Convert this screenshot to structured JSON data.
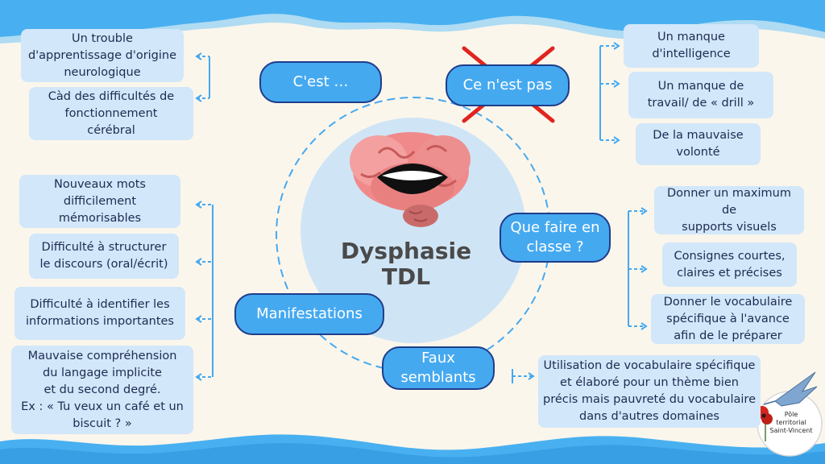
{
  "title": "Dysphasie\nTDL",
  "colors": {
    "background": "#fbf6ec",
    "wave": "#48b0f0",
    "box": "#d2e7f9",
    "pill": "#45a9f0",
    "pill_border": "#1f3d8a",
    "connector": "#45a9f0",
    "cross": "#e0241f"
  },
  "branches": {
    "cest": {
      "label": "C'est …",
      "items": [
        "Un trouble\nd'apprentissage d'origine\nneurologique",
        "Càd des difficultés de\nfonctionnement\ncérébral"
      ]
    },
    "cenestpas": {
      "label": "Ce n'est pas",
      "items": [
        "Un  manque\nd'intelligence",
        "Un manque de\ntravail/ de « drill »",
        "De la mauvaise\nvolonté"
      ]
    },
    "quefaire": {
      "label": "Que faire en\nclasse ?",
      "items": [
        "Donner un maximum de\nsupports visuels",
        "Consignes courtes,\nclaires et précises",
        "Donner le vocabulaire\nspécifique à l'avance\nafin de le préparer"
      ]
    },
    "manifestations": {
      "label": "Manifestations",
      "items": [
        "Nouveaux mots\ndifficilement\nmémorisables",
        "Difficulté à structurer\nle discours (oral/écrit)",
        "Difficulté à identifier les\ninformations importantes",
        "Mauvaise compréhension\ndu langage implicite\net du second degré.\nEx : « Tu veux un café et un\nbiscuit  ? »"
      ]
    },
    "fauxsemblants": {
      "label": "Faux\nsemblants",
      "items": [
        "Utilisation de vocabulaire spécifique\net élaboré pour un thème bien\nprécis mais pauvreté du vocabulaire\ndans d'autres domaines"
      ]
    }
  },
  "logo": {
    "text": "Pôle\nterritorial\nSaint-Vincent",
    "icons": [
      "bird-icon",
      "poppy-icon"
    ]
  },
  "central_icon": "brain-mouth-icon"
}
